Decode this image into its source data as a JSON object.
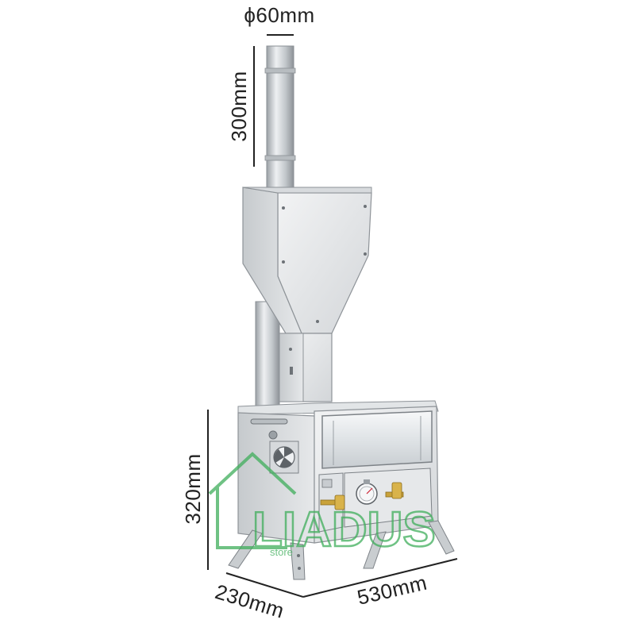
{
  "dimensions": {
    "pipe_diameter": "ϕ60mm",
    "pipe_length": "300mm",
    "height": "320mm",
    "depth": "230mm",
    "width": "530mm"
  },
  "watermark": {
    "brand": "LIADUS",
    "sub": "store"
  },
  "colors": {
    "steel_light": "#e4e6e8",
    "steel_mid": "#c9cdd0",
    "steel_dark": "#8e9398",
    "brass": "#c9a23a",
    "watermark_green": "#3fae5b",
    "dimension_line": "#222222"
  }
}
